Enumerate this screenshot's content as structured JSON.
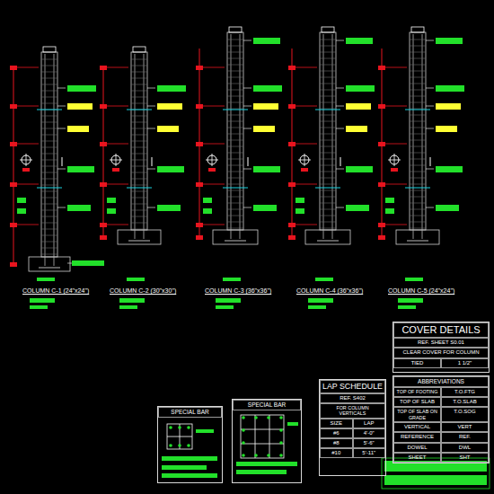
{
  "diagram": {
    "nodes": [
      {
        "text": [
          "SPECIAL BAR"
        ]
      },
      {
        "text": [
          "SPECIAL BAR"
        ]
      },
      {
        "text": [
          "LAP SCHEDULE",
          "REF. S402",
          "FOR COLUMN VERTICALS",
          "SIZE",
          "LAP",
          "#6",
          "4'-0\"",
          "#8",
          "5'-6\"",
          "#10",
          "5'-11\""
        ]
      },
      {
        "text": [
          "COVER DETAILS",
          "REF. SHEET S0.01",
          "CLEAR COVER FOR COLUMN",
          "TIED",
          "1 1/2\""
        ]
      },
      {
        "text": [
          "ABBREVIATIONS",
          "TOP OF FOOTING",
          "T.O.FTG",
          "TOP OF SLAB",
          "T.O.SLAB",
          "TOP OF SLAB ON GRADE",
          "T.O.SOG",
          "VERTICAL",
          "VERT",
          "REFERENCE",
          "REF.",
          "DOWEL",
          "DWL",
          "SHEET",
          "SHT"
        ]
      }
    ],
    "labels": [
      "COLUMN C-1 (24\"x24\")",
      "COLUMN C-2 (30\"x30\")",
      "COLUMN C-3 (36\"x36\")",
      "COLUMN C-4 (36\"x36\")",
      "COLUMN C-5 (24\"x24\")"
    ]
  }
}
